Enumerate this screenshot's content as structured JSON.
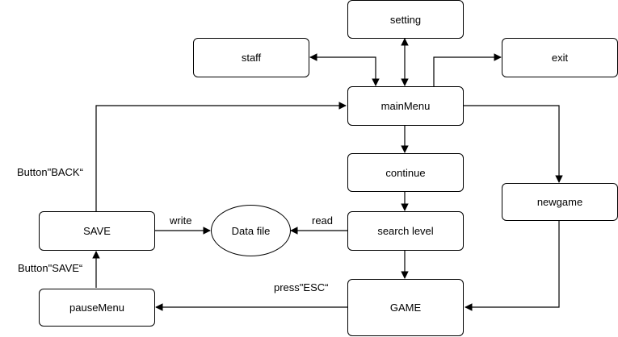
{
  "nodes": {
    "setting": "setting",
    "staff": "staff",
    "exit": "exit",
    "mainMenu": "mainMenu",
    "continue": "continue",
    "newgame": "newgame",
    "save": "SAVE",
    "dataFile": "Data file",
    "searchLevel": "search level",
    "pauseMenu": "pauseMenu",
    "game": "GAME"
  },
  "edgeLabels": {
    "buttonBack": "Button\"BACK“",
    "buttonSave": "Button\"SAVE“",
    "write": "write",
    "read": "read",
    "pressEsc": "press\"ESC“"
  },
  "colors": {
    "stroke": "#000000",
    "background": "#ffffff"
  }
}
